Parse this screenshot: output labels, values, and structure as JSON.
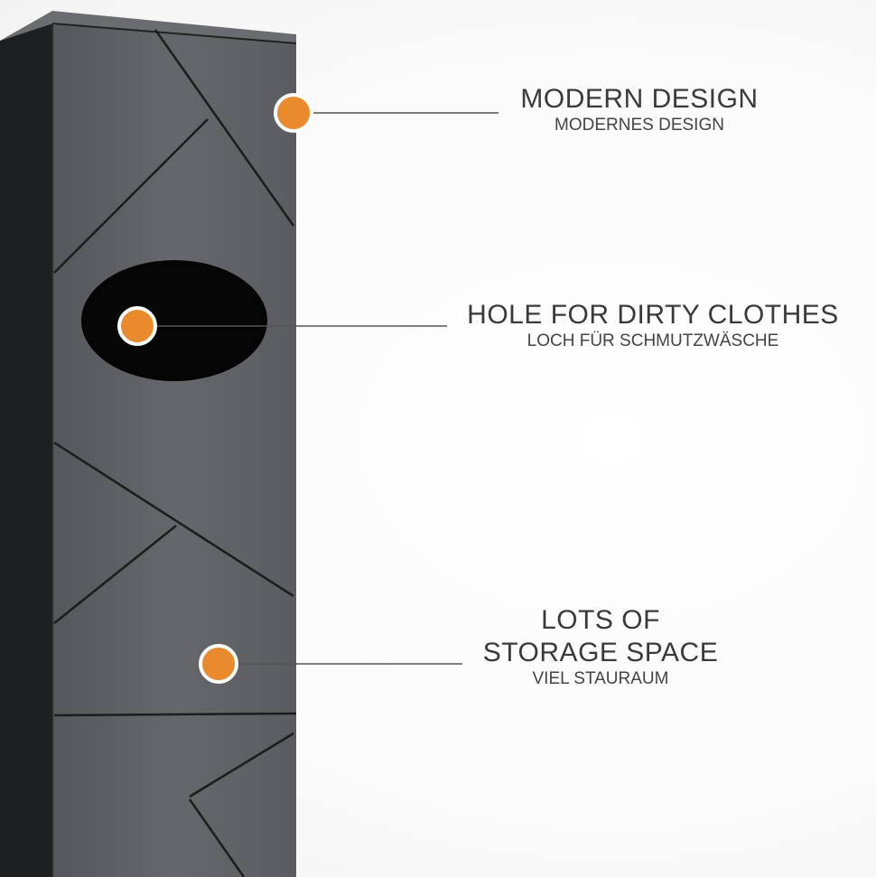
{
  "callouts": [
    {
      "title": "MODERN DESIGN",
      "subtitle": "MODERNES DESIGN"
    },
    {
      "title": "HOLE FOR DIRTY CLOTHES",
      "subtitle": "LOCH FÜR SCHMUTZWÄSCHE"
    },
    {
      "title_line1": "LOTS OF",
      "title_line2": "STORAGE SPACE",
      "subtitle": "VIEL STAURAUM"
    }
  ],
  "colors": {
    "accent": "#e98a2c",
    "cabinet_front": "#5a5c60",
    "cabinet_side": "#1e1f21",
    "text": "#3a3a3a"
  }
}
